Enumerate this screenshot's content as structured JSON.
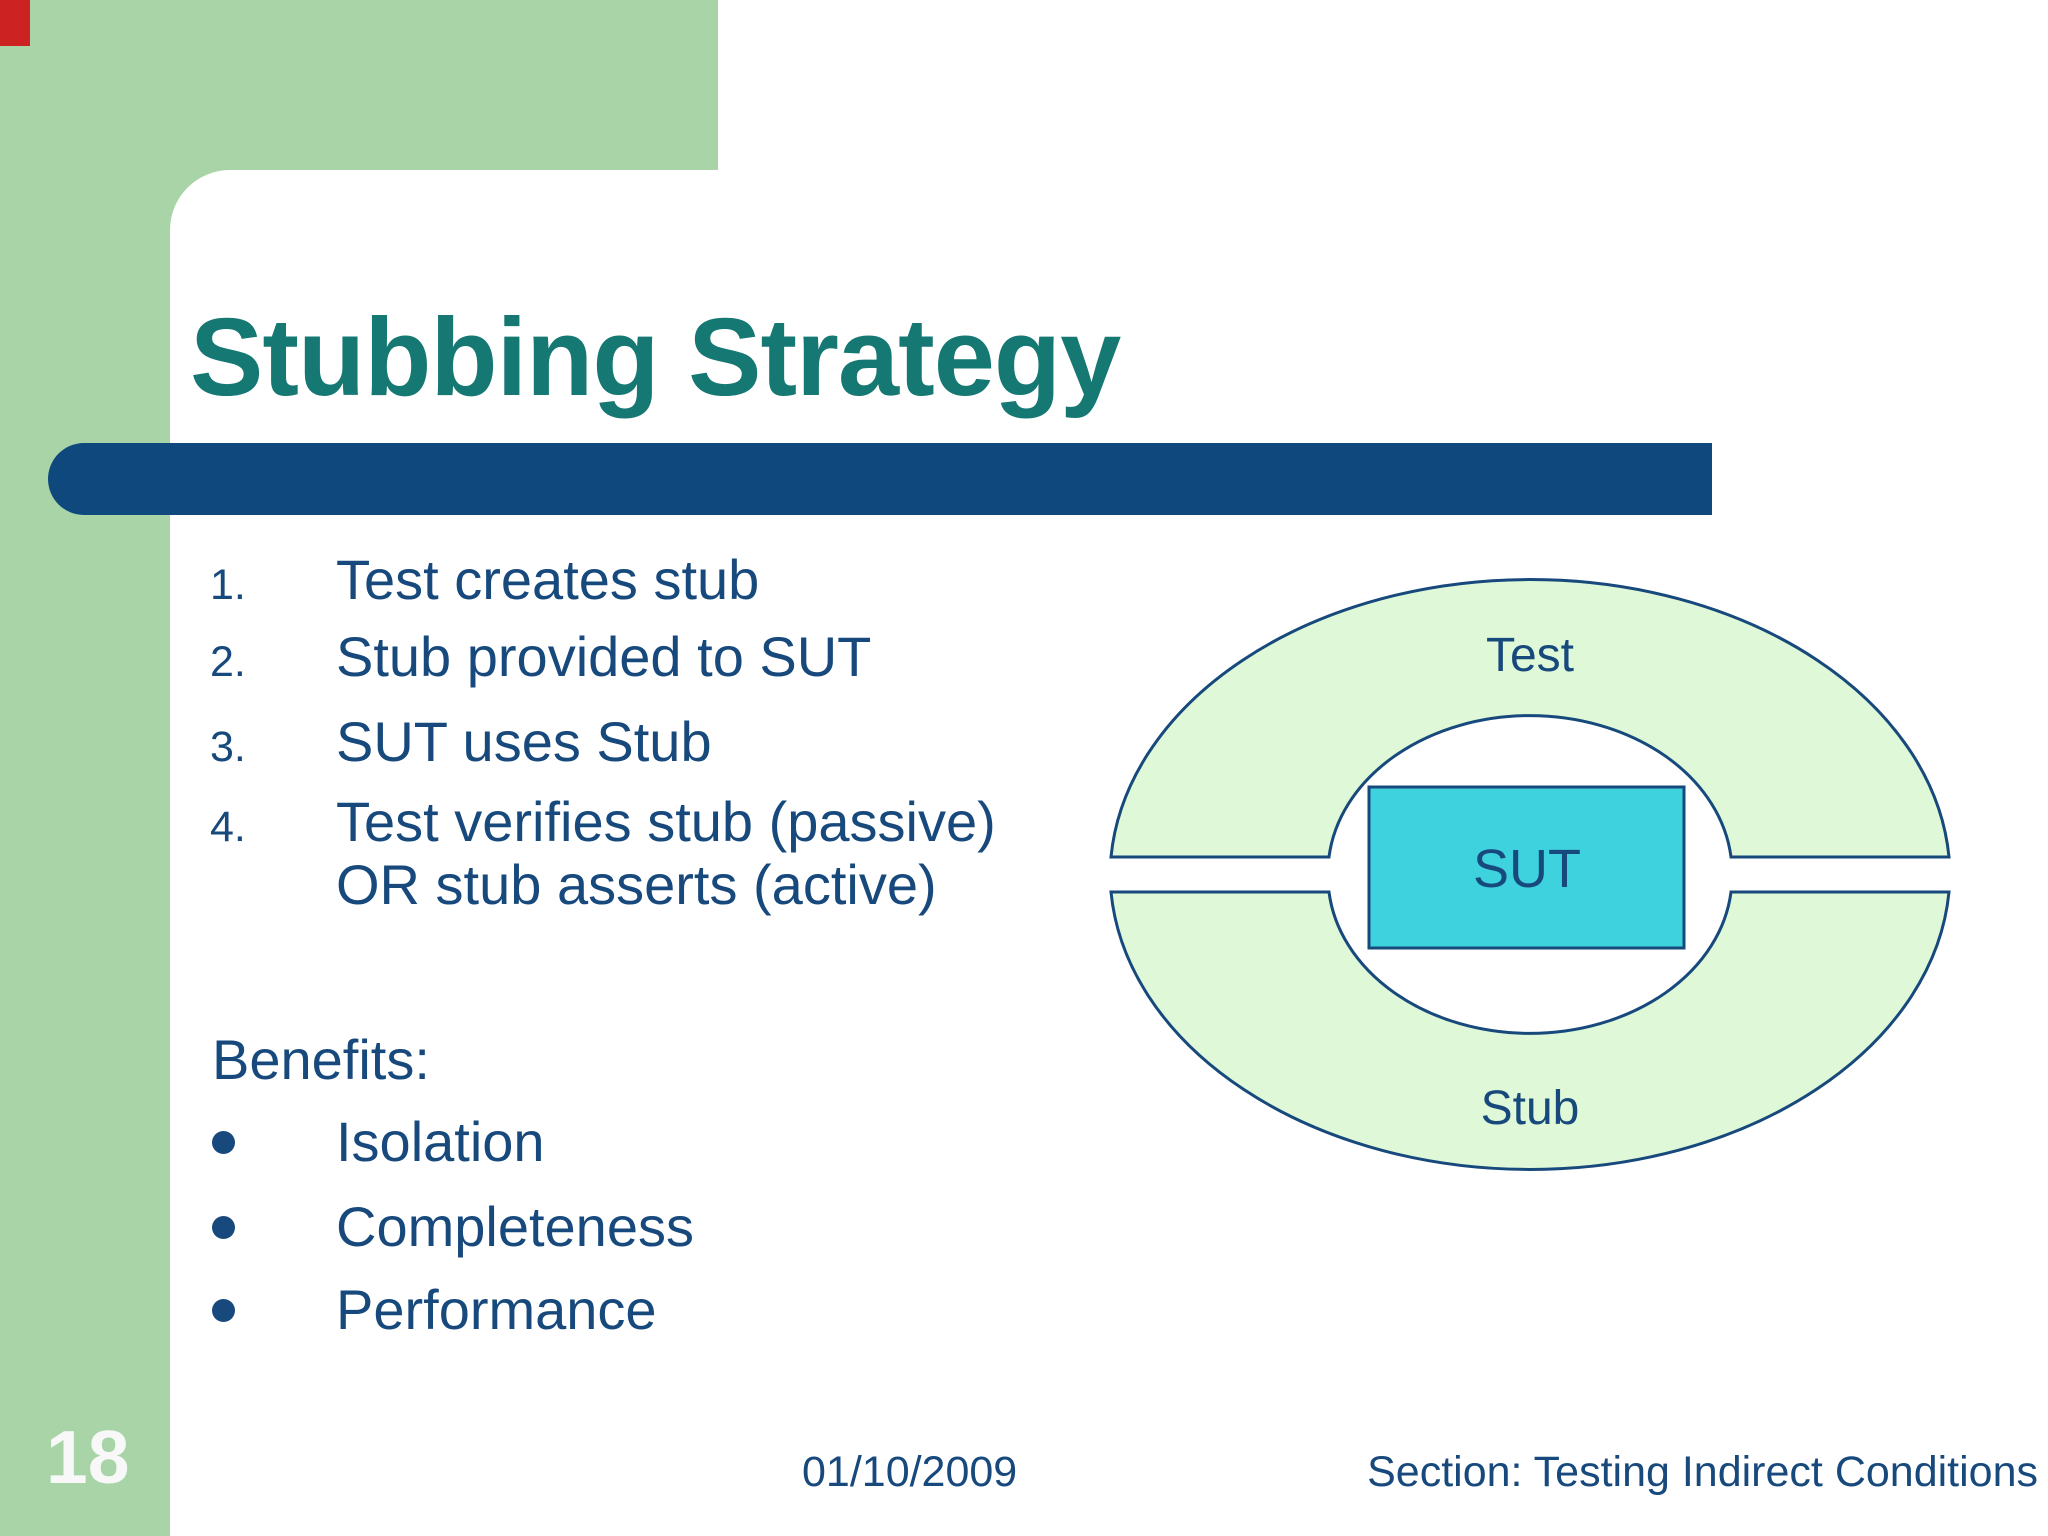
{
  "slide": {
    "title": "Stubbing Strategy",
    "page_number": "18",
    "steps": [
      {
        "num": "1.",
        "lines": [
          "Test creates stub"
        ]
      },
      {
        "num": "2.",
        "lines": [
          "Stub provided to SUT"
        ]
      },
      {
        "num": "3.",
        "lines": [
          "SUT uses Stub"
        ]
      },
      {
        "num": "4.",
        "lines": [
          "Test verifies stub (passive)",
          "OR stub asserts (active)"
        ]
      }
    ],
    "benefits_heading": "Benefits:",
    "benefits": [
      "Isolation",
      "Completeness",
      "Performance"
    ],
    "diagram": {
      "top_label": "Test",
      "bottom_label": "Stub",
      "center_label": "SUT"
    },
    "footer": {
      "date": "01/10/2009",
      "section": "Section: Testing Indirect Conditions"
    }
  },
  "colors": {
    "green": "#A8D4A7",
    "palegreen": "#DEF8D8",
    "navy": "#17497C",
    "barnavy": "#0E487D",
    "teal": "#167873",
    "cyan": "#3ED2DE",
    "pagenum": "#F8F8F8",
    "markerred": "#CC2222"
  }
}
